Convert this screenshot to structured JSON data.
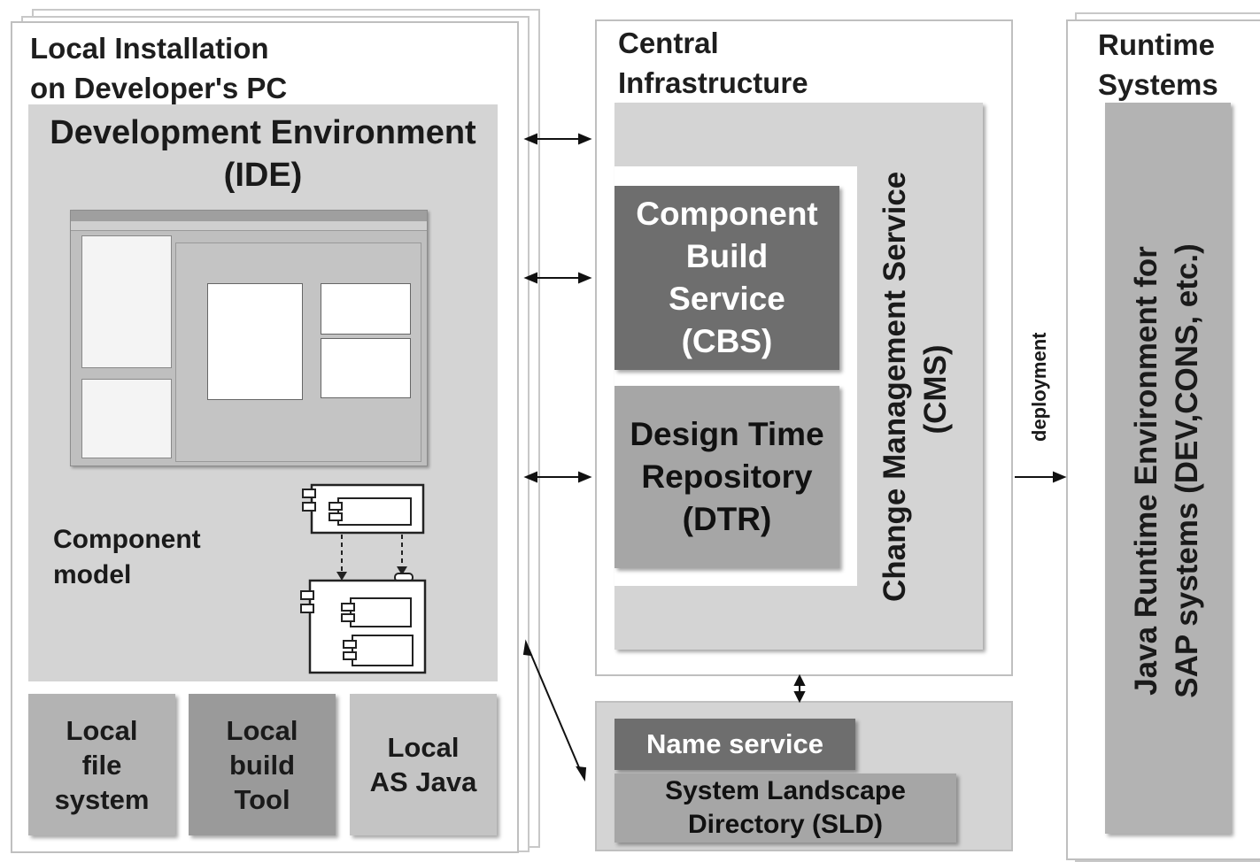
{
  "local": {
    "title_lines": [
      "Local Installation",
      "on Developer's PC"
    ],
    "ide_title": "Development Environment",
    "ide_subtitle": "(IDE)",
    "component_model_lines": [
      "Component",
      "model"
    ],
    "boxes": [
      {
        "lines": [
          "Local",
          "file",
          "system"
        ]
      },
      {
        "lines": [
          "Local",
          "build",
          "Tool"
        ]
      },
      {
        "lines": [
          "Local",
          "AS Java"
        ]
      }
    ]
  },
  "central": {
    "title_lines": [
      "Central",
      "Infrastructure"
    ],
    "cbs_lines": [
      "Component",
      "Build",
      "Service",
      "(CBS)"
    ],
    "dtr_lines": [
      "Design Time",
      "Repository",
      "(DTR)"
    ],
    "cms_lines": [
      "Change Management Service",
      "(CMS)"
    ]
  },
  "sld": {
    "name_service": "Name service",
    "sld_lines": [
      "System Landscape",
      "Directory (SLD)"
    ]
  },
  "deployment_label": "deployment",
  "runtime": {
    "title_lines": [
      "Runtime",
      "Systems"
    ],
    "java_lines": [
      "Java Runtime Environment for",
      "SAP systems (DEV,CONS, etc.)"
    ]
  },
  "colors": {
    "panel_gray": "#d4d4d4",
    "cbs": "#6e6e6e",
    "dtr": "#a6a6a6",
    "box_light": "#b3b3b3",
    "box_dark": "#9a9a9a",
    "name_service": "#6e6e6e"
  }
}
